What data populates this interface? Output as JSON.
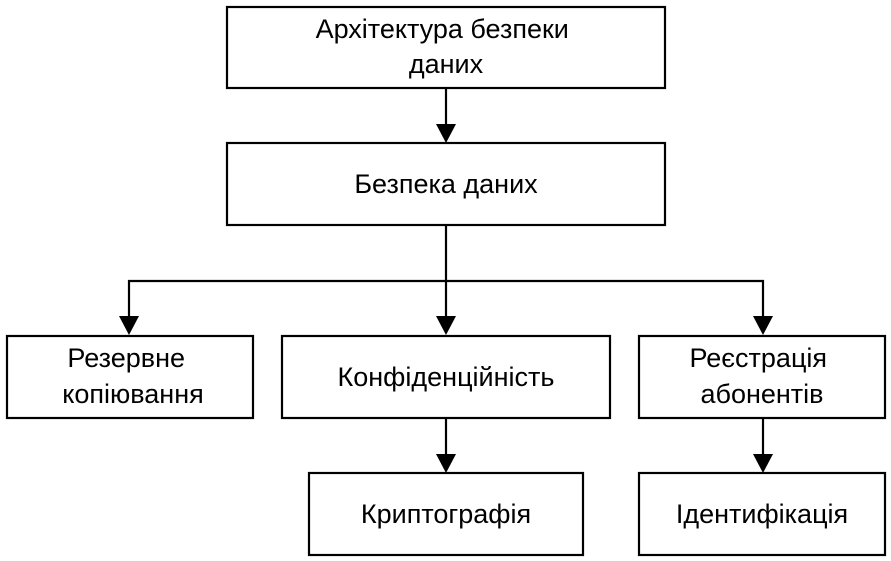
{
  "nodes": {
    "architecture": {
      "lines": [
        "Архітектура безпеки",
        "даних"
      ]
    },
    "data_security": {
      "lines": [
        "Безпека даних"
      ]
    },
    "backup": {
      "lines": [
        "Резервне",
        "копіювання"
      ]
    },
    "confidentiality": {
      "lines": [
        "Конфіденційність"
      ]
    },
    "registration": {
      "lines": [
        "Реєстрація",
        "абонентів"
      ]
    },
    "cryptography": {
      "lines": [
        "Криптографія"
      ]
    },
    "identification": {
      "lines": [
        "Ідентифікація"
      ]
    }
  },
  "edges": [
    {
      "from": "architecture",
      "to": "data_security"
    },
    {
      "from": "data_security",
      "to": "backup"
    },
    {
      "from": "data_security",
      "to": "confidentiality"
    },
    {
      "from": "data_security",
      "to": "registration"
    },
    {
      "from": "confidentiality",
      "to": "cryptography"
    },
    {
      "from": "registration",
      "to": "identification"
    }
  ],
  "colors": {
    "stroke": "#000000",
    "fill": "#ffffff",
    "text": "#000000"
  }
}
